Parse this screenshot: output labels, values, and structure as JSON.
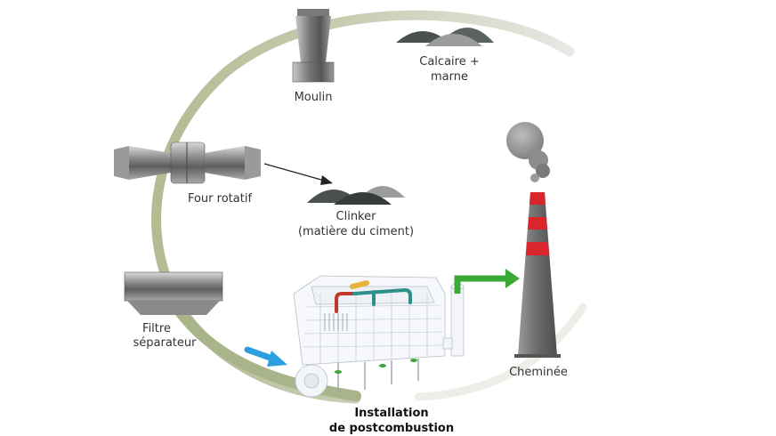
{
  "labels": {
    "moulin": "Moulin",
    "calcaire_line1": "Calcaire +",
    "calcaire_line2": "marne",
    "four": "Four rotatif",
    "clinker_line1": "Clinker",
    "clinker_line2": "(matière du ciment)",
    "filtre_line1": "Filtre",
    "filtre_line2": "séparateur",
    "cheminee": "Cheminée",
    "installation_line1": "Installation",
    "installation_line2": "de postcombustion"
  },
  "colors": {
    "cycle_dark": "#a9b48a",
    "cycle_light": "#e4e6df",
    "arrow_blue": "#2c9fe0",
    "arrow_green": "#3aa935",
    "chimney_red": "#d8262c",
    "chimney_grey": "#6f6f6f",
    "pile_dark": "#4a514f",
    "pile_light": "#9a9d9b"
  }
}
